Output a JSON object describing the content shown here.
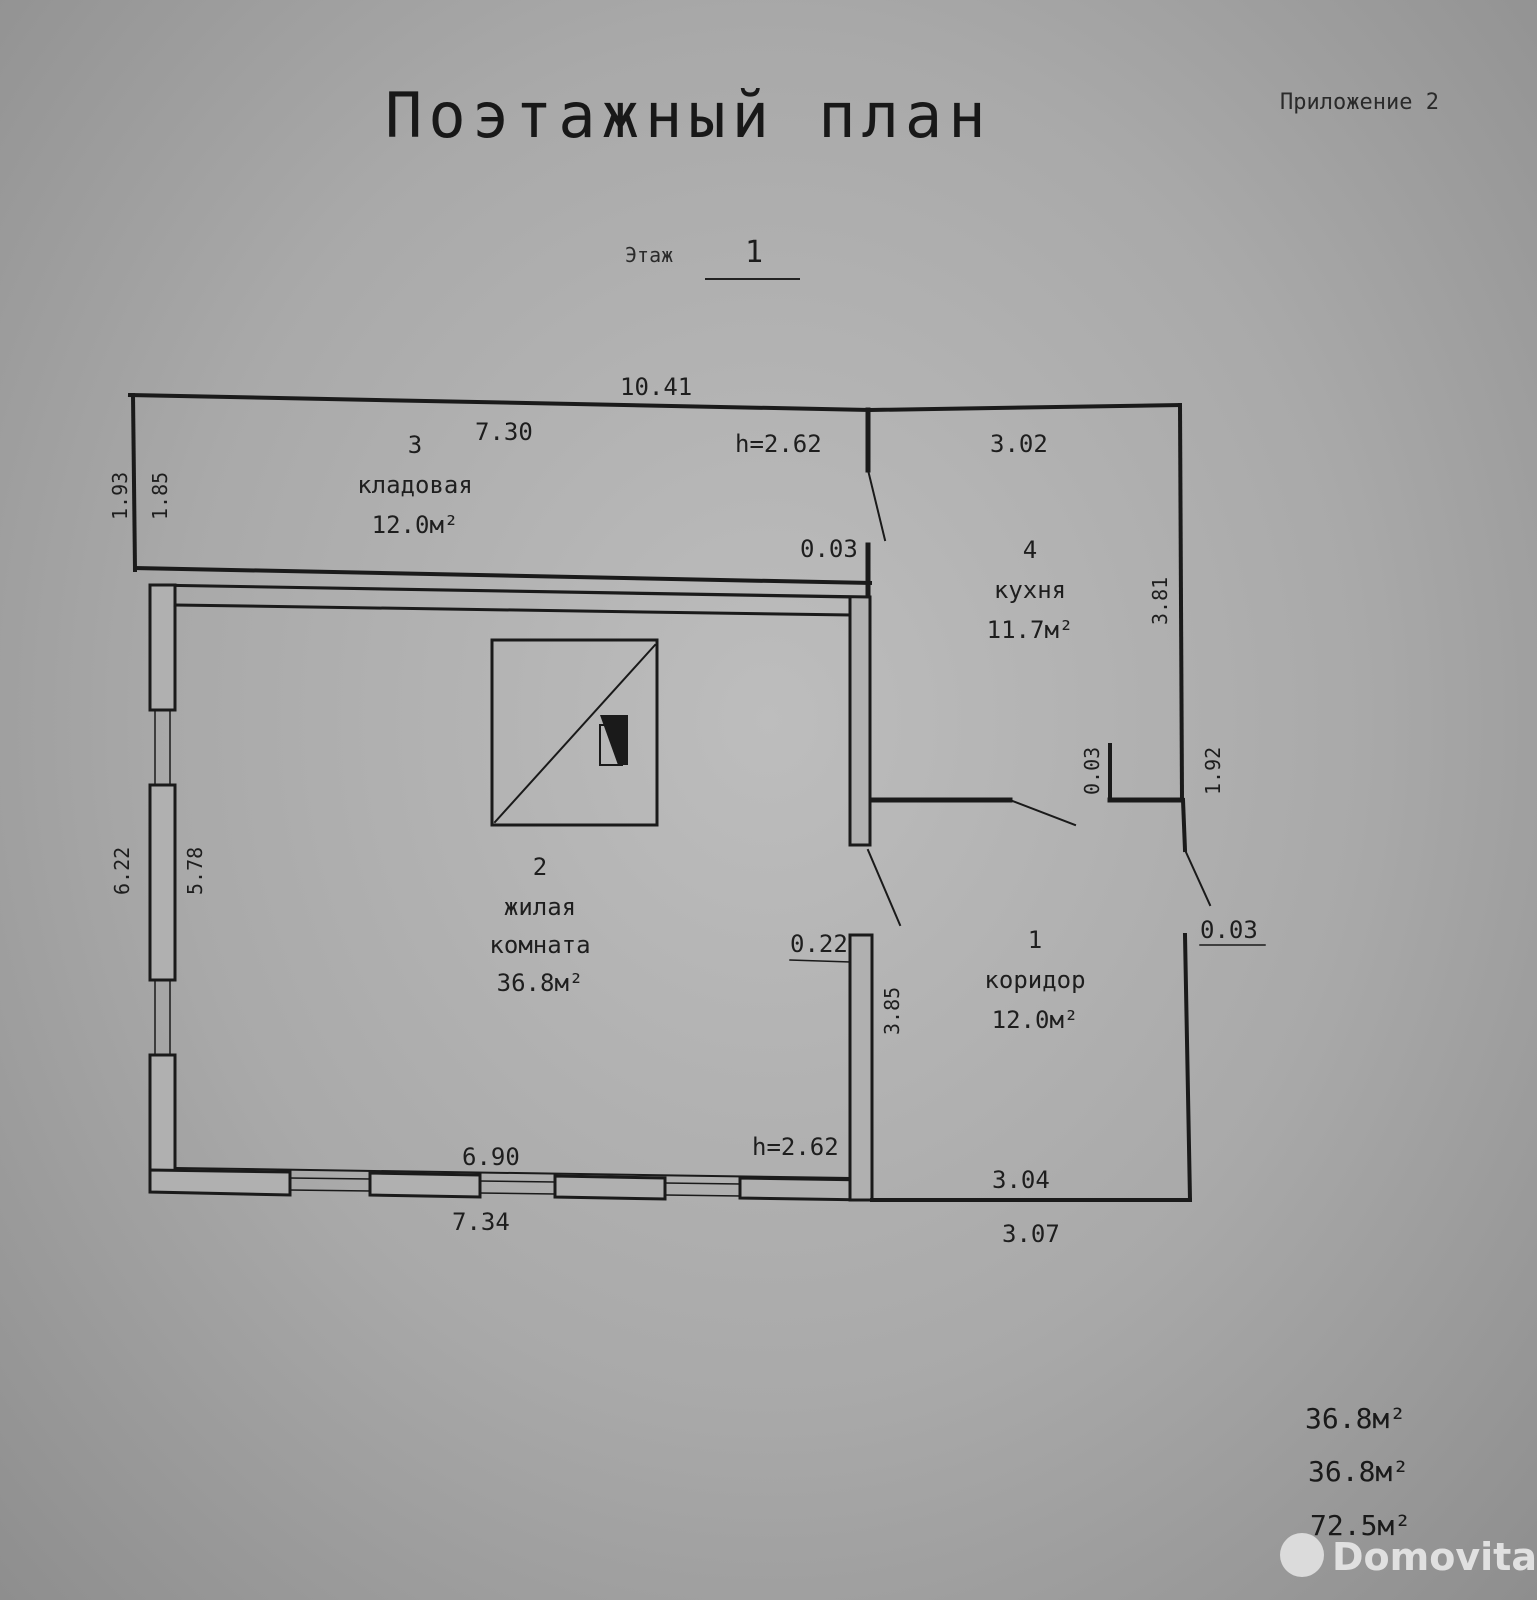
{
  "title": "Поэтажный план",
  "appendix": "Приложение 2",
  "floor": {
    "label": "Этаж",
    "number": "1"
  },
  "dimensions": {
    "overall_top": "10.41",
    "storage_width": "7.30",
    "kitchen_width": "3.02",
    "left_outer_storage": "1.93",
    "left_inner_storage": "1.85",
    "left_outer_room": "6.22",
    "left_inner_room": "5.78",
    "kitchen_right": "3.81",
    "kitchen_small": "0.03",
    "right_small": "1.92",
    "door_storage": "0.03",
    "door_corridor": "0.03",
    "partition": "0.22",
    "corridor_left": "3.85",
    "room_inner_bottom": "6.90",
    "room_outer_bottom": "7.34",
    "corridor_inner_bottom": "3.04",
    "corridor_outer_bottom": "3.07",
    "height_storage": "h=2.62",
    "height_room": "h=2.62"
  },
  "rooms": [
    {
      "num": "1",
      "name": "коридор",
      "area": "12.0м²"
    },
    {
      "num": "2",
      "name_line1": "жилая",
      "name_line2": "комната",
      "area": "36.8м²"
    },
    {
      "num": "3",
      "name": "кладовая",
      "area": "12.0м²"
    },
    {
      "num": "4",
      "name": "кухня",
      "area": "11.7м²"
    }
  ],
  "summary": [
    "36.8м²",
    "36.8м²",
    "72.5м²"
  ],
  "watermark": "Domovita"
}
